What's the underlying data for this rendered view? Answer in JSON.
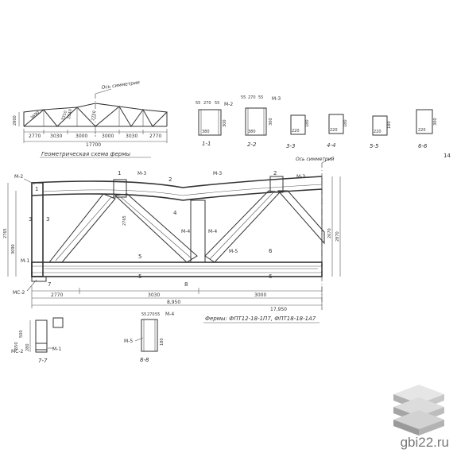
{
  "geometry_scheme": {
    "caption": "Геометрическая схема фермы",
    "symmetry_axis": "Ось симметрии",
    "height": "2800",
    "panels": [
      "2770",
      "3030",
      "3000",
      "3000",
      "3030",
      "2770"
    ],
    "overall": "17700",
    "diagonals": [
      "3690",
      "3310",
      "2840",
      "2750"
    ]
  },
  "sections_top": [
    {
      "label": "1-1",
      "dims": [
        "55",
        "270",
        "55"
      ],
      "width": "380",
      "height": "300",
      "mark": "М-2"
    },
    {
      "label": "2-2",
      "dims": [
        "55",
        "270",
        "55"
      ],
      "width": "380",
      "height": "300",
      "mark": "М-3"
    },
    {
      "label": "3-3",
      "width": "220",
      "height": "180"
    },
    {
      "label": "4-4",
      "width": "220",
      "height": "180"
    },
    {
      "label": "5-5",
      "width": "220",
      "height": "180"
    },
    {
      "label": "6-6",
      "width": "220",
      "height": "300"
    }
  ],
  "page_mark": "14",
  "main_view": {
    "symmetry_axis": "Ось симметрии",
    "marks": [
      "М-2",
      "М-3",
      "М-3",
      "М-3",
      "М-4",
      "М-4",
      "М-5",
      "М-1",
      "МС-2"
    ],
    "section_marks": [
      "1",
      "2",
      "3",
      "3",
      "4",
      "5",
      "5",
      "6",
      "6",
      "7",
      "8",
      "1",
      "2"
    ],
    "heights_left": [
      "2765",
      "3090",
      "2765"
    ],
    "heights_right": [
      "2670",
      "2870"
    ],
    "dims_bottom": [
      "2770",
      "3030",
      "3000"
    ],
    "dim_half": "8,950",
    "overall": "17,950",
    "caption": "Фермы: ФПТ12-18-1П7, ФПТ18-18-1А7"
  },
  "section_7": {
    "label": "7-7",
    "dims": [
      "500",
      "280",
      "650"
    ],
    "marks": [
      "М-1",
      "МС-2"
    ]
  },
  "section_8": {
    "label": "8-8",
    "dims": [
      "55",
      "270",
      "55"
    ],
    "marks": [
      "М-4",
      "М-5"
    ],
    "height": "180"
  },
  "watermark": {
    "site": "gbi22.ru"
  }
}
